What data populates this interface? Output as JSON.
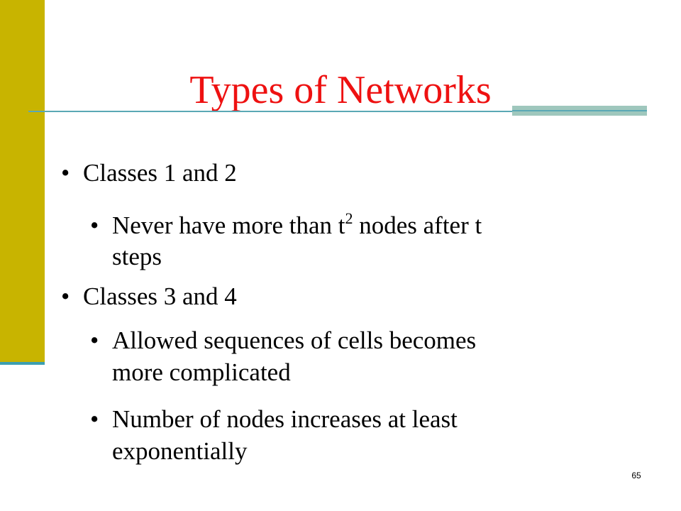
{
  "slide": {
    "title": "Types of Networks",
    "page_number": "65",
    "bullets": [
      {
        "text": "Classes 1 and 2"
      },
      {
        "pre": "Never have more than t",
        "sup": "2",
        "post": " nodes after t",
        "cont": "steps"
      },
      {
        "text": "Classes 3 and 4"
      },
      {
        "line1": "Allowed sequences of cells becomes",
        "line2": "more complicated"
      },
      {
        "line1": "Number of nodes increases at least",
        "line2": "exponentially"
      }
    ],
    "bullet_glyph": "•"
  },
  "colors": {
    "title": "#ee1111",
    "side_bar": "#c8b400",
    "rule": "#5aa8b5",
    "accent_block": "#9fc7bd"
  }
}
